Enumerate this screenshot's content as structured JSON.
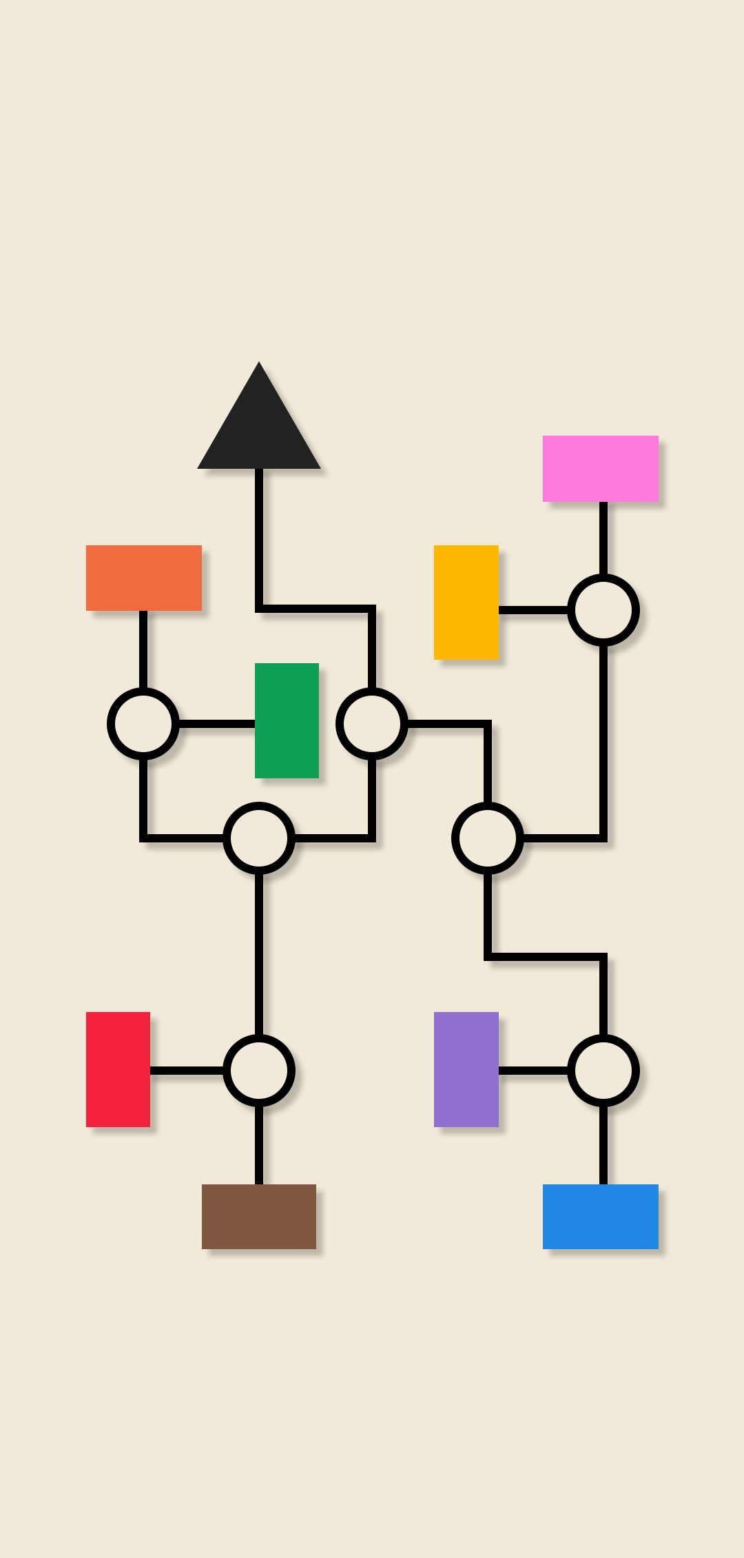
{
  "board": {
    "background_color": "#F2EAD8",
    "wire_color": "#000000"
  },
  "goal": {
    "shape": "triangle",
    "color": "#222222"
  },
  "blocks": [
    {
      "id": "pink",
      "color": "#FF78DC"
    },
    {
      "id": "orange",
      "color": "#F06C40"
    },
    {
      "id": "yellow",
      "color": "#FFB800"
    },
    {
      "id": "green",
      "color": "#0AA055"
    },
    {
      "id": "red",
      "color": "#F5233C"
    },
    {
      "id": "purple",
      "color": "#9070D0"
    },
    {
      "id": "brown",
      "color": "#805840"
    },
    {
      "id": "blue",
      "color": "#2088E6"
    }
  ],
  "nodes": [
    "n-left-upper",
    "n-mid-upper",
    "n-right-top",
    "n-left-lower",
    "n-right-mid",
    "n-left-bottom",
    "n-right-bottom"
  ]
}
